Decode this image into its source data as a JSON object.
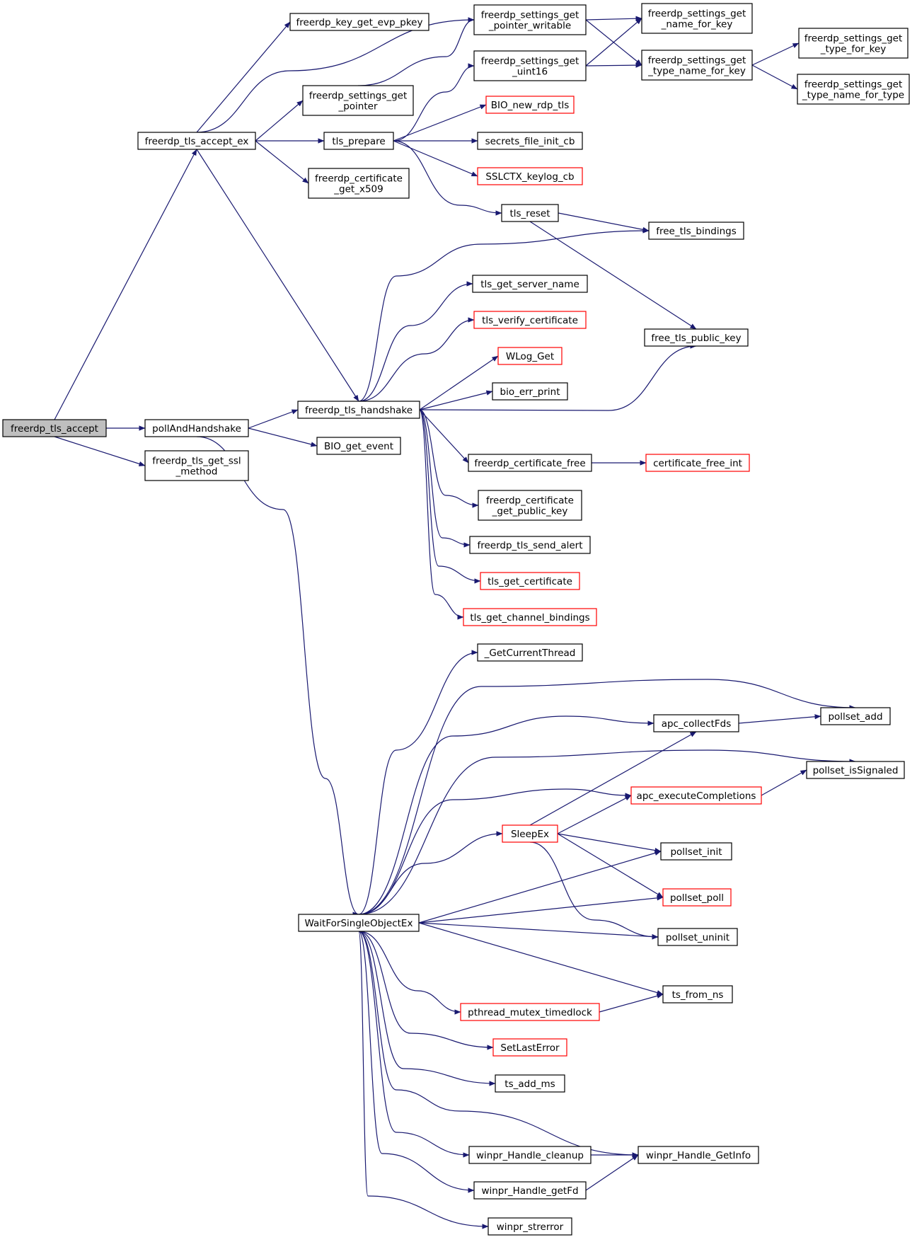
{
  "colors": {
    "edge": "#191970",
    "node_border_normal": "#000000",
    "node_border_truncated": "#ff0000",
    "root_fill": "#bfbfbf",
    "node_fill": "#ffffff"
  },
  "nodes": [
    {
      "id": "accept",
      "lines": [
        "freerdp_tls_accept"
      ],
      "root": true
    },
    {
      "id": "accept_ex",
      "lines": [
        "freerdp_tls_accept_ex"
      ]
    },
    {
      "id": "poll",
      "lines": [
        "pollAndHandshake"
      ]
    },
    {
      "id": "ssl_method",
      "lines": [
        "freerdp_tls_get_ssl",
        "_method"
      ]
    },
    {
      "id": "evp_pkey",
      "lines": [
        "freerdp_key_get_evp_pkey"
      ]
    },
    {
      "id": "get_pointer",
      "lines": [
        "freerdp_settings_get",
        "_pointer"
      ]
    },
    {
      "id": "tls_prepare",
      "lines": [
        "tls_prepare"
      ]
    },
    {
      "id": "get_x509",
      "lines": [
        "freerdp_certificate",
        "_get_x509"
      ]
    },
    {
      "id": "handshake",
      "lines": [
        "freerdp_tls_handshake"
      ]
    },
    {
      "id": "bio_event",
      "lines": [
        "BIO_get_event"
      ]
    },
    {
      "id": "wait",
      "lines": [
        "WaitForSingleObjectEx"
      ]
    },
    {
      "id": "ptr_writable",
      "lines": [
        "freerdp_settings_get",
        "_pointer_writable"
      ]
    },
    {
      "id": "uint16",
      "lines": [
        "freerdp_settings_get",
        "_uint16"
      ]
    },
    {
      "id": "bio_new",
      "lines": [
        "BIO_new_rdp_tls"
      ],
      "truncated": true
    },
    {
      "id": "secrets",
      "lines": [
        "secrets_file_init_cb"
      ]
    },
    {
      "id": "keylog",
      "lines": [
        "SSLCTX_keylog_cb"
      ],
      "truncated": true
    },
    {
      "id": "tls_reset",
      "lines": [
        "tls_reset"
      ]
    },
    {
      "id": "server_name",
      "lines": [
        "tls_get_server_name"
      ]
    },
    {
      "id": "verify",
      "lines": [
        "tls_verify_certificate"
      ],
      "truncated": true
    },
    {
      "id": "wlog",
      "lines": [
        "WLog_Get"
      ],
      "truncated": true
    },
    {
      "id": "bio_err",
      "lines": [
        "bio_err_print"
      ]
    },
    {
      "id": "cert_free",
      "lines": [
        "freerdp_certificate_free"
      ]
    },
    {
      "id": "cert_pubkey",
      "lines": [
        "freerdp_certificate",
        "_get_public_key"
      ]
    },
    {
      "id": "send_alert",
      "lines": [
        "freerdp_tls_send_alert"
      ]
    },
    {
      "id": "get_cert",
      "lines": [
        "tls_get_certificate"
      ],
      "truncated": true
    },
    {
      "id": "chan_bind",
      "lines": [
        "tls_get_channel_bindings"
      ],
      "truncated": true
    },
    {
      "id": "cur_thread",
      "lines": [
        "_GetCurrentThread"
      ]
    },
    {
      "id": "sleepex",
      "lines": [
        "SleepEx"
      ],
      "truncated": true
    },
    {
      "id": "mutex",
      "lines": [
        "pthread_mutex_timedlock"
      ],
      "truncated": true
    },
    {
      "id": "setlasterror",
      "lines": [
        "SetLastError"
      ],
      "truncated": true
    },
    {
      "id": "ts_add",
      "lines": [
        "ts_add_ms"
      ]
    },
    {
      "id": "h_cleanup",
      "lines": [
        "winpr_Handle_cleanup"
      ]
    },
    {
      "id": "h_getfd",
      "lines": [
        "winpr_Handle_getFd"
      ]
    },
    {
      "id": "strerror",
      "lines": [
        "winpr_strerror"
      ]
    },
    {
      "id": "name_for_key",
      "lines": [
        "freerdp_settings_get",
        "_name_for_key"
      ]
    },
    {
      "id": "type_name_for_key",
      "lines": [
        "freerdp_settings_get",
        "_type_name_for_key"
      ]
    },
    {
      "id": "free_bindings",
      "lines": [
        "free_tls_bindings"
      ]
    },
    {
      "id": "free_pubkey",
      "lines": [
        "free_tls_public_key"
      ]
    },
    {
      "id": "cert_free_int",
      "lines": [
        "certificate_free_int"
      ],
      "truncated": true
    },
    {
      "id": "apc_collect",
      "lines": [
        "apc_collectFds"
      ]
    },
    {
      "id": "apc_exec",
      "lines": [
        "apc_executeCompletions"
      ],
      "truncated": true
    },
    {
      "id": "pollset_init",
      "lines": [
        "pollset_init"
      ]
    },
    {
      "id": "pollset_poll",
      "lines": [
        "pollset_poll"
      ],
      "truncated": true
    },
    {
      "id": "pollset_uninit",
      "lines": [
        "pollset_uninit"
      ]
    },
    {
      "id": "ts_from_ns",
      "lines": [
        "ts_from_ns"
      ]
    },
    {
      "id": "h_getinfo",
      "lines": [
        "winpr_Handle_GetInfo"
      ]
    },
    {
      "id": "type_for_key",
      "lines": [
        "freerdp_settings_get",
        "_type_for_key"
      ]
    },
    {
      "id": "type_name_for_type",
      "lines": [
        "freerdp_settings_get",
        "_type_name_for_type"
      ]
    },
    {
      "id": "pollset_add",
      "lines": [
        "pollset_add"
      ]
    },
    {
      "id": "pollset_signaled",
      "lines": [
        "pollset_isSignaled"
      ]
    }
  ],
  "edges": [
    [
      "accept",
      "accept_ex"
    ],
    [
      "accept",
      "poll"
    ],
    [
      "accept",
      "ssl_method"
    ],
    [
      "accept_ex",
      "evp_pkey"
    ],
    [
      "accept_ex",
      "ptr_writable"
    ],
    [
      "accept_ex",
      "get_pointer"
    ],
    [
      "accept_ex",
      "tls_prepare"
    ],
    [
      "accept_ex",
      "get_x509"
    ],
    [
      "accept_ex",
      "handshake"
    ],
    [
      "get_pointer",
      "ptr_writable"
    ],
    [
      "ptr_writable",
      "name_for_key"
    ],
    [
      "ptr_writable",
      "type_name_for_key"
    ],
    [
      "uint16",
      "name_for_key"
    ],
    [
      "uint16",
      "type_name_for_key"
    ],
    [
      "type_name_for_key",
      "type_for_key"
    ],
    [
      "type_name_for_key",
      "type_name_for_type"
    ],
    [
      "tls_prepare",
      "uint16"
    ],
    [
      "tls_prepare",
      "bio_new"
    ],
    [
      "tls_prepare",
      "secrets"
    ],
    [
      "tls_prepare",
      "keylog"
    ],
    [
      "tls_prepare",
      "tls_reset"
    ],
    [
      "tls_reset",
      "free_bindings"
    ],
    [
      "tls_reset",
      "free_pubkey"
    ],
    [
      "poll",
      "handshake"
    ],
    [
      "poll",
      "bio_event"
    ],
    [
      "poll",
      "wait"
    ],
    [
      "handshake",
      "free_bindings"
    ],
    [
      "handshake",
      "server_name"
    ],
    [
      "handshake",
      "verify"
    ],
    [
      "handshake",
      "wlog"
    ],
    [
      "handshake",
      "bio_err"
    ],
    [
      "handshake",
      "free_pubkey"
    ],
    [
      "handshake",
      "cert_free"
    ],
    [
      "handshake",
      "cert_pubkey"
    ],
    [
      "handshake",
      "send_alert"
    ],
    [
      "handshake",
      "get_cert"
    ],
    [
      "handshake",
      "chan_bind"
    ],
    [
      "cert_free",
      "cert_free_int"
    ],
    [
      "wait",
      "cur_thread"
    ],
    [
      "wait",
      "pollset_add"
    ],
    [
      "wait",
      "apc_collect"
    ],
    [
      "wait",
      "pollset_signaled"
    ],
    [
      "wait",
      "apc_exec"
    ],
    [
      "wait",
      "sleepex"
    ],
    [
      "wait",
      "pollset_init"
    ],
    [
      "wait",
      "pollset_poll"
    ],
    [
      "wait",
      "pollset_uninit"
    ],
    [
      "wait",
      "ts_from_ns"
    ],
    [
      "wait",
      "mutex"
    ],
    [
      "wait",
      "setlasterror"
    ],
    [
      "wait",
      "ts_add"
    ],
    [
      "wait",
      "h_getinfo"
    ],
    [
      "wait",
      "h_cleanup"
    ],
    [
      "wait",
      "h_getfd"
    ],
    [
      "wait",
      "strerror"
    ],
    [
      "apc_collect",
      "pollset_add"
    ],
    [
      "apc_exec",
      "pollset_signaled"
    ],
    [
      "sleepex",
      "apc_collect"
    ],
    [
      "sleepex",
      "apc_exec"
    ],
    [
      "sleepex",
      "pollset_init"
    ],
    [
      "sleepex",
      "pollset_poll"
    ],
    [
      "sleepex",
      "pollset_uninit"
    ],
    [
      "mutex",
      "ts_from_ns"
    ],
    [
      "h_cleanup",
      "h_getinfo"
    ],
    [
      "h_getfd",
      "h_getinfo"
    ]
  ]
}
